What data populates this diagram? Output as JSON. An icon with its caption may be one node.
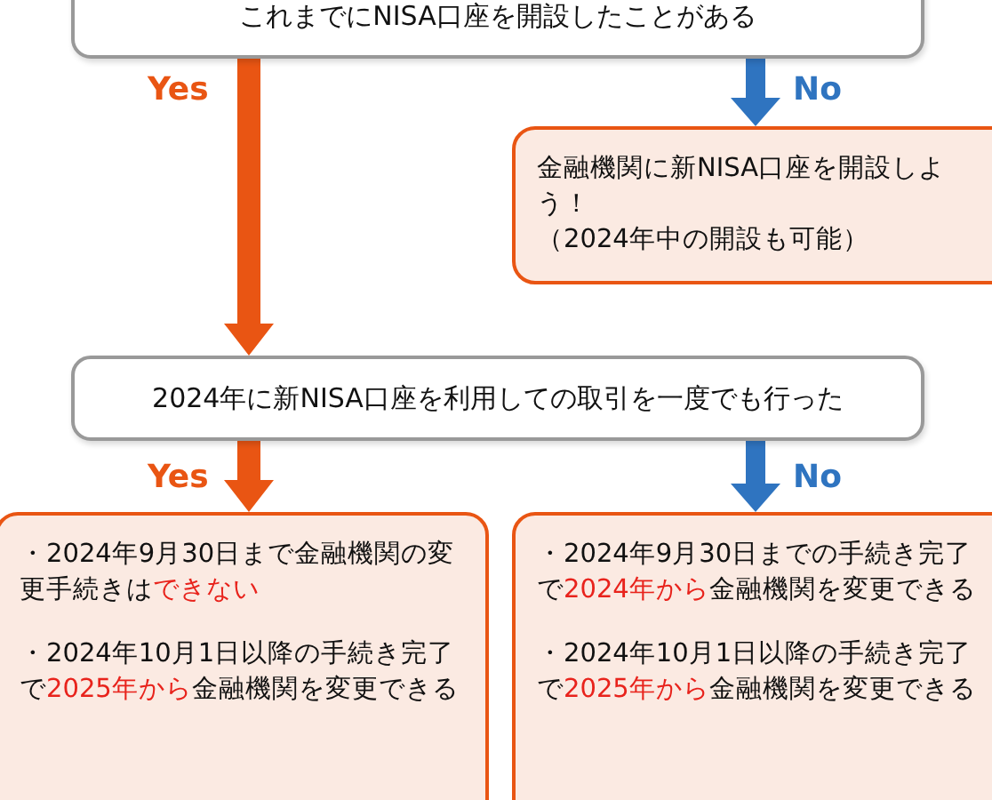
{
  "diagram": {
    "nodes": [
      {
        "text": [
          "これまでにNISA口座を開設したことがある"
        ]
      },
      {
        "text": [
          "金融機関に新NISA口座を開設しよう！",
          "（2024年中の開設も可能）"
        ]
      },
      {
        "text": [
          "2024年に新NISA口座を利用しての取引を一度でも行った"
        ]
      },
      {
        "text": [
          "・2024年9月30日まで金融機関の変更手続きは**できない**",
          "・2024年10月1日以降の手続き完了で**2025年から**金融機関を変更できる"
        ]
      },
      {
        "text": [
          "・2024年9月30日までの手続き完了で**2024年から**金融機関を変更できる",
          "・2024年10月1日以降の手続き完了で**2025年から**金融機関を変更できる"
        ]
      }
    ],
    "edges": [
      {
        "from": 0,
        "to": 2,
        "arrow": "to",
        "label": "Yes",
        "color": "#e95513"
      },
      {
        "from": 0,
        "to": 1,
        "arrow": "to",
        "label": "No",
        "color": "#2f74c0"
      },
      {
        "from": 2,
        "to": 3,
        "arrow": "to",
        "label": "Yes",
        "color": "#e95513"
      },
      {
        "from": 2,
        "to": 4,
        "arrow": "to",
        "label": "No",
        "color": "#2f74c0"
      }
    ]
  }
}
